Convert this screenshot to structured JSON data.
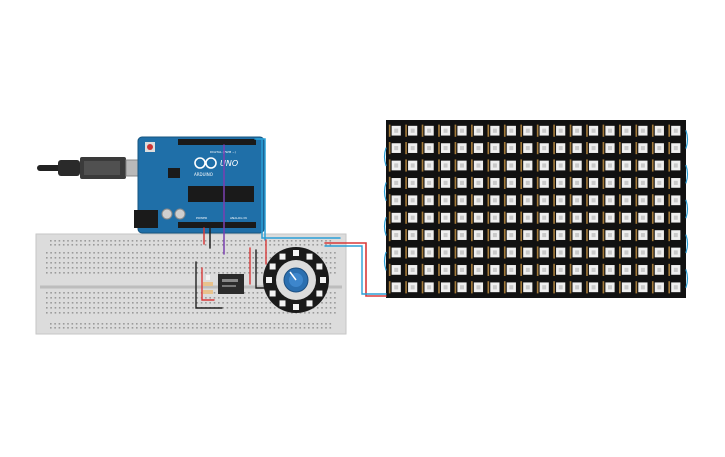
{
  "board": {
    "brand_label": "UNO",
    "sub_label": "ARDUINO",
    "digital_label": "DIGITAL (PWM ~)",
    "analog_label": "ANALOG IN",
    "power_label": "POWER"
  },
  "matrix": {
    "rows": 10,
    "cols": 18
  },
  "ring": {
    "led_count": 12
  },
  "colors": {
    "board": "#1f6fa8",
    "breadboard": "#dcdcdc",
    "matrix": "#111111",
    "wire_red": "#d83a3a",
    "wire_black": "#222222",
    "wire_blue": "#2a9fd6",
    "wire_purple": "#7b3fb0"
  }
}
